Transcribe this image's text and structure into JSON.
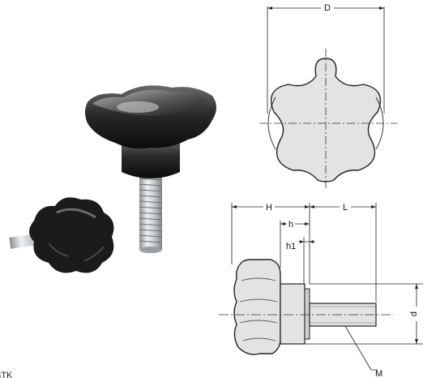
{
  "labels": {
    "D": "D",
    "H": "H",
    "L": "L",
    "h": "h",
    "h1": "h1",
    "d": "d",
    "M": "M",
    "corner_mark": "STK"
  },
  "colors": {
    "line": "#222222",
    "fill": "#e3e3e3",
    "center_line": "#333333",
    "knob_dark": "#1c1c1c",
    "metal": "#c4c8cc"
  },
  "views": {
    "top_view": "star-knob-top-view",
    "side_view": "star-knob-side-section",
    "photo_large": "star-knob-photo-large",
    "photo_small": "star-knob-photo-small"
  }
}
